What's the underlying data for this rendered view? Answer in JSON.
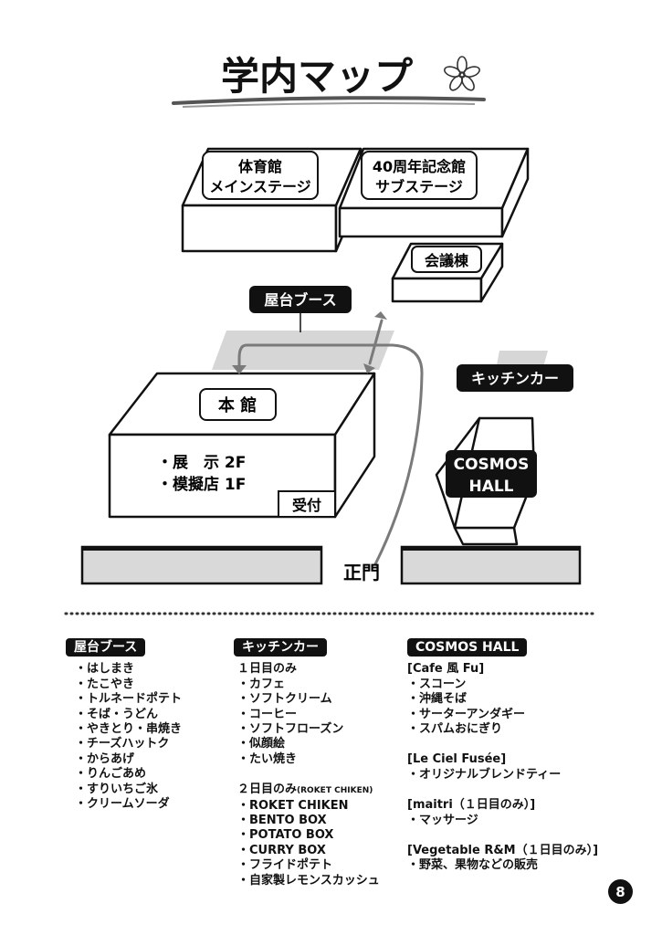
{
  "title": "学内マップ",
  "buildings": {
    "gym": [
      "体育館",
      "メインステージ"
    ],
    "hall40": [
      "40周年記念館",
      "サブステージ"
    ],
    "council": "会議棟",
    "main": "本 館",
    "main_floors": [
      "・展　示 2F",
      "・模擬店 1F"
    ],
    "reception": "受付",
    "cosmos": [
      "COSMOS",
      "HALL"
    ],
    "gate": "正門"
  },
  "zones": {
    "yatai": "屋台ブース",
    "kitchen": "キッチンカー"
  },
  "legend": {
    "yatai": {
      "title": "屋台ブース",
      "items": [
        "・はしまき",
        "・たこやき",
        "・トルネードポテト",
        "・そば・うどん",
        "・やきとり・串焼き",
        "・チーズハットク",
        "・からあげ",
        "・りんごあめ",
        "・すりいちご氷",
        "・クリームソーダ"
      ]
    },
    "kitchen": {
      "title": "キッチンカー",
      "day1_heading": "１日目のみ",
      "day1_items": [
        "・カフェ",
        "・ソフトクリーム",
        "・コーヒー",
        "・ソフトフローズン",
        "・似顔絵",
        "・たい焼き"
      ],
      "day2_heading": "２日目のみ",
      "day2_note": "(ROKET CHIKEN)",
      "day2_items": [
        "・ROKET CHIKEN",
        "・BENTO BOX",
        "・POTATO BOX",
        "・CURRY BOX",
        "・フライドポテト",
        "・自家製レモンスカッシュ"
      ]
    },
    "cosmos": {
      "title": "COSMOS HALL",
      "groups": [
        {
          "heading": "[Cafe 風 Fu]",
          "items": [
            "・スコーン",
            "・沖縄そば",
            "・サーターアンダギー",
            "・スパムおにぎり"
          ]
        },
        {
          "heading": "[Le Ciel Fusée]",
          "items": [
            "・オリジナルブレンドティー"
          ]
        },
        {
          "heading": "[maitri（１日目のみ）]",
          "items": [
            "・マッサージ"
          ]
        },
        {
          "heading": "[Vegetable R&M（１日目のみ）]",
          "items": [
            "・野菜、果物などの販売"
          ]
        }
      ]
    }
  },
  "page_number": "8",
  "colors": {
    "ink": "#111111",
    "zone": "#d6d6d6",
    "wall": "#d9d9d9",
    "arrow": "#7a7a7a"
  }
}
